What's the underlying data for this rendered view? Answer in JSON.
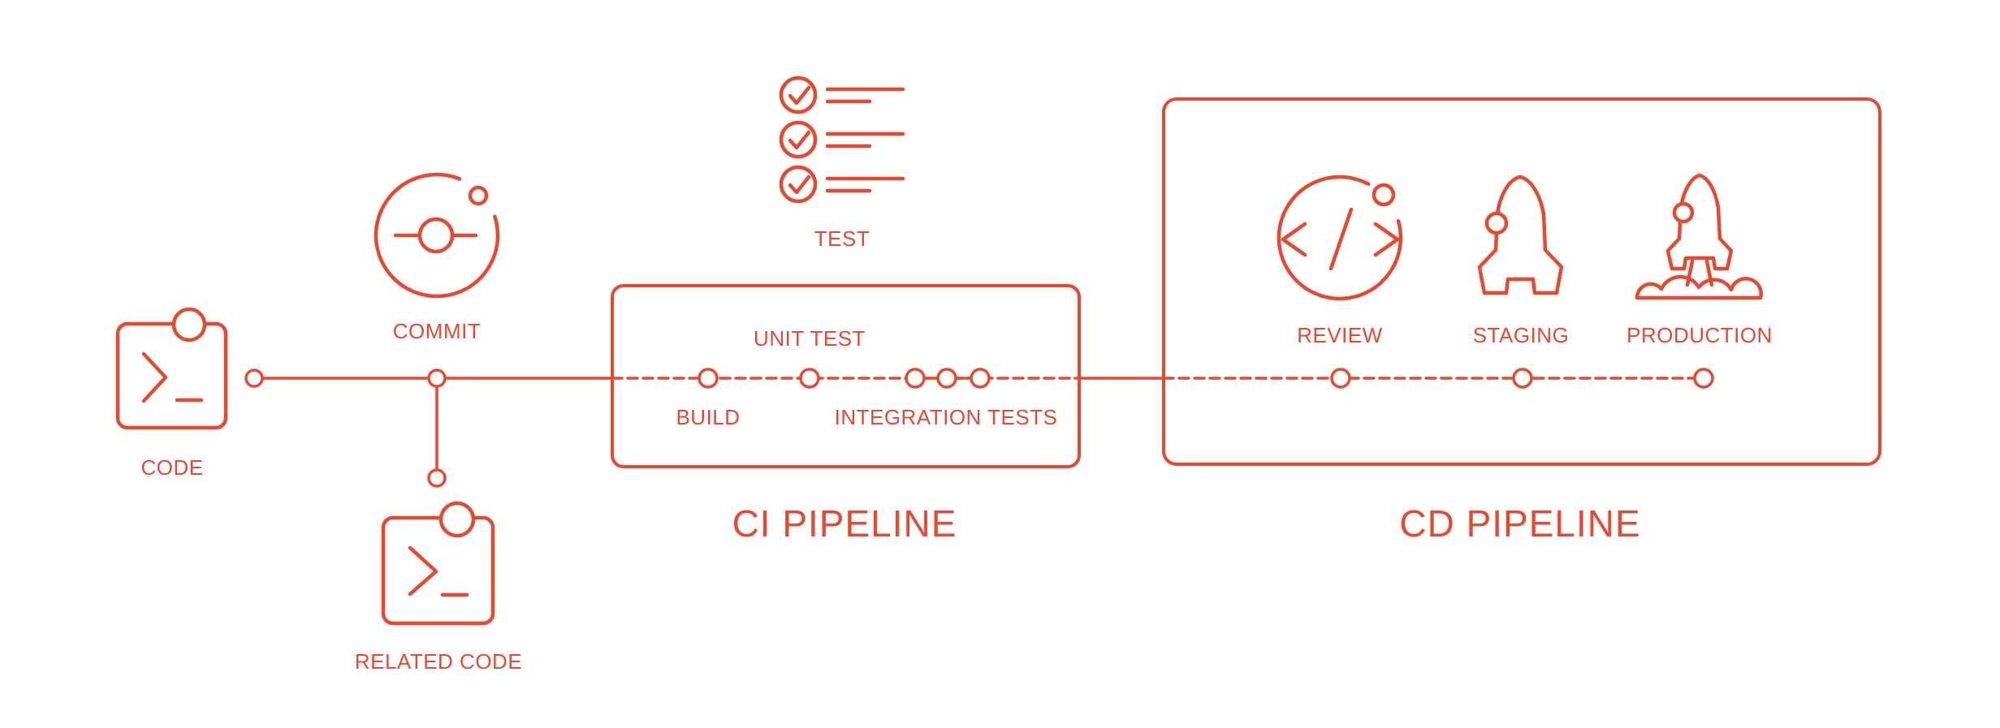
{
  "colors": {
    "accent": "#e5492f",
    "background": "#ffffff"
  },
  "flow": {
    "code_label": "CODE",
    "commit_label": "COMMIT",
    "related_code_label": "RELATED CODE",
    "test_label": "TEST"
  },
  "ci": {
    "title": "CI PIPELINE",
    "build_label": "BUILD",
    "unit_test_label": "UNIT TEST",
    "integration_tests_label": "INTEGRATION TESTS"
  },
  "cd": {
    "title": "CD PIPELINE",
    "review_label": "REVIEW",
    "staging_label": "STAGING",
    "production_label": "PRODUCTION"
  },
  "icons": {
    "code": "terminal-window-icon",
    "commit": "git-commit-icon",
    "related_code": "terminal-window-icon",
    "test": "checklist-icon",
    "review": "code-review-icon",
    "staging": "rocket-icon",
    "production": "rocket-launch-icon"
  }
}
